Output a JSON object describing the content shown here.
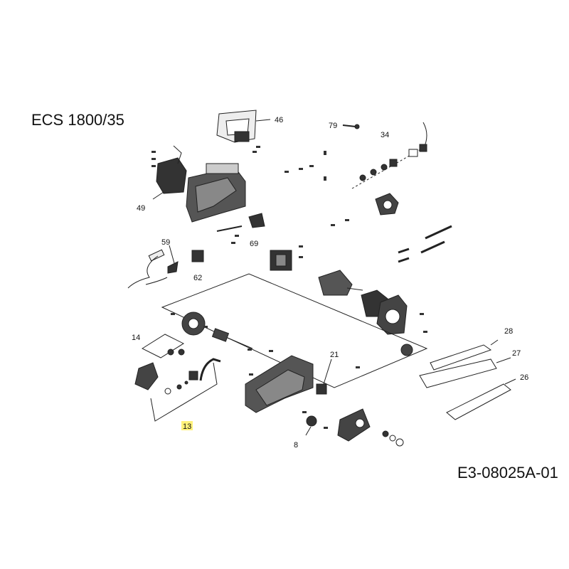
{
  "diagram": {
    "model": "ECS 1800/35",
    "drawing_code": "E3-08025A-01",
    "highlight_color": "#fff27a",
    "line_color": "#222222",
    "part_labels": {
      "p46": "46",
      "p79": "79",
      "p34": "34",
      "p49": "49",
      "p69": "69",
      "p59": "59",
      "p62": "62",
      "p14": "14",
      "p13": "13",
      "p21": "21",
      "p28": "28",
      "p27": "27",
      "p26": "26",
      "p8": "8"
    },
    "highlighted_part": "13"
  }
}
